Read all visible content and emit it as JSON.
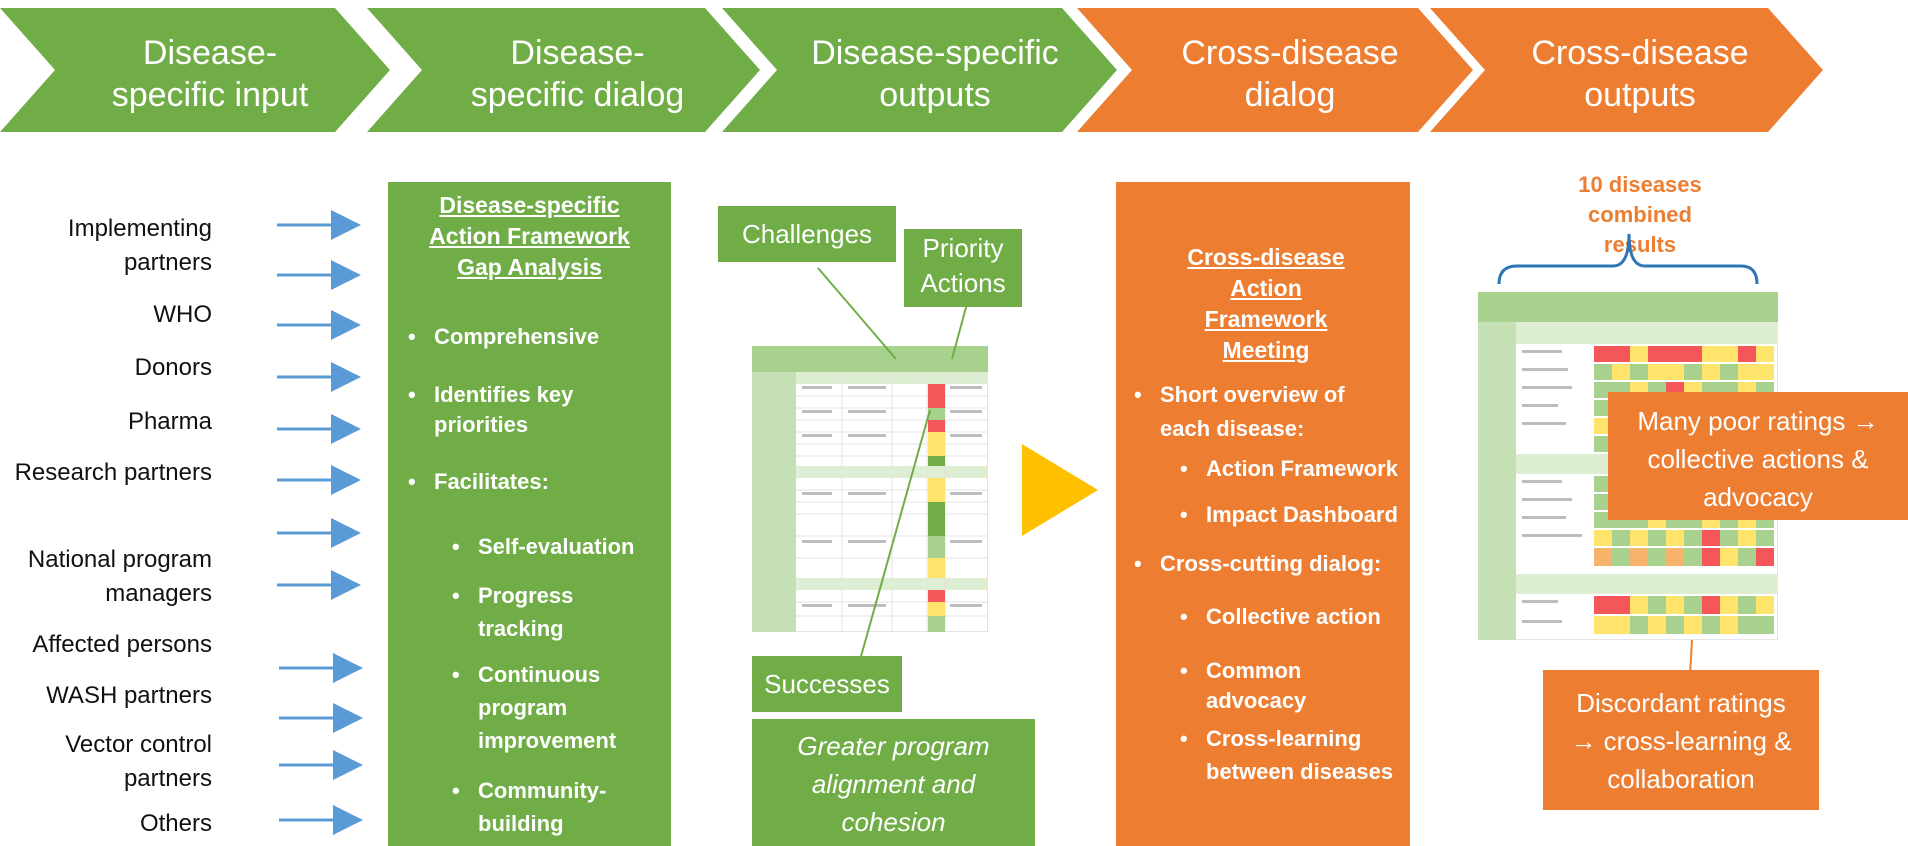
{
  "stages": [
    {
      "label": "Disease-specific input",
      "color": "#70ad47"
    },
    {
      "label": "Disease-specific dialog",
      "color": "#70ad47"
    },
    {
      "label": "Disease-specific outputs",
      "color": "#70ad47"
    },
    {
      "label": "Cross-disease dialog",
      "color": "#ed7d31"
    },
    {
      "label": "Cross-disease outputs",
      "color": "#ed7d31"
    }
  ],
  "stakeholders": [
    "Implementing partners",
    "WHO",
    "Donors",
    "Pharma",
    "Research partners",
    "National program managers",
    "Affected persons",
    "WASH partners",
    "Vector control partners",
    "Others"
  ],
  "dialog_box": {
    "title": "Disease-specific Action Framework Gap Analysis",
    "bullets": [
      "Comprehensive",
      "Identifies key priorities",
      "Facilitates:"
    ],
    "sub_bullets": [
      "Self-evaluation",
      "Progress tracking",
      "Continuous program improvement",
      "Community-building"
    ]
  },
  "outputs": {
    "challenges": "Challenges",
    "priority_actions": "Priority Actions",
    "successes": "Successes",
    "alignment": "Greater program alignment and cohesion"
  },
  "cross_dialog_box": {
    "title": "Cross-disease Action Framework Meeting",
    "bullets": [
      "Short overview of each disease:"
    ],
    "sub_bullets_1": [
      "Action Framework",
      "Impact Dashboard"
    ],
    "bullets_2": [
      "Cross-cutting dialog:"
    ],
    "sub_bullets_2": [
      "Collective action",
      "Common advocacy",
      "Cross-learning between diseases"
    ]
  },
  "cross_outputs": {
    "combined": "10 diseases combined results",
    "poor_ratings": "Many poor ratings → collective actions & advocacy",
    "discordant": "Discordant ratings → cross-learning & collaboration"
  },
  "colors": {
    "green": "#70ad47",
    "orange": "#ed7d31",
    "arrow_blue": "#5b9bd5",
    "play_yellow": "#ffc000",
    "bracket_blue": "#2e75b6",
    "red": "#f4565a",
    "yellow": "#ffe46b",
    "light_green": "#a9d18e"
  }
}
